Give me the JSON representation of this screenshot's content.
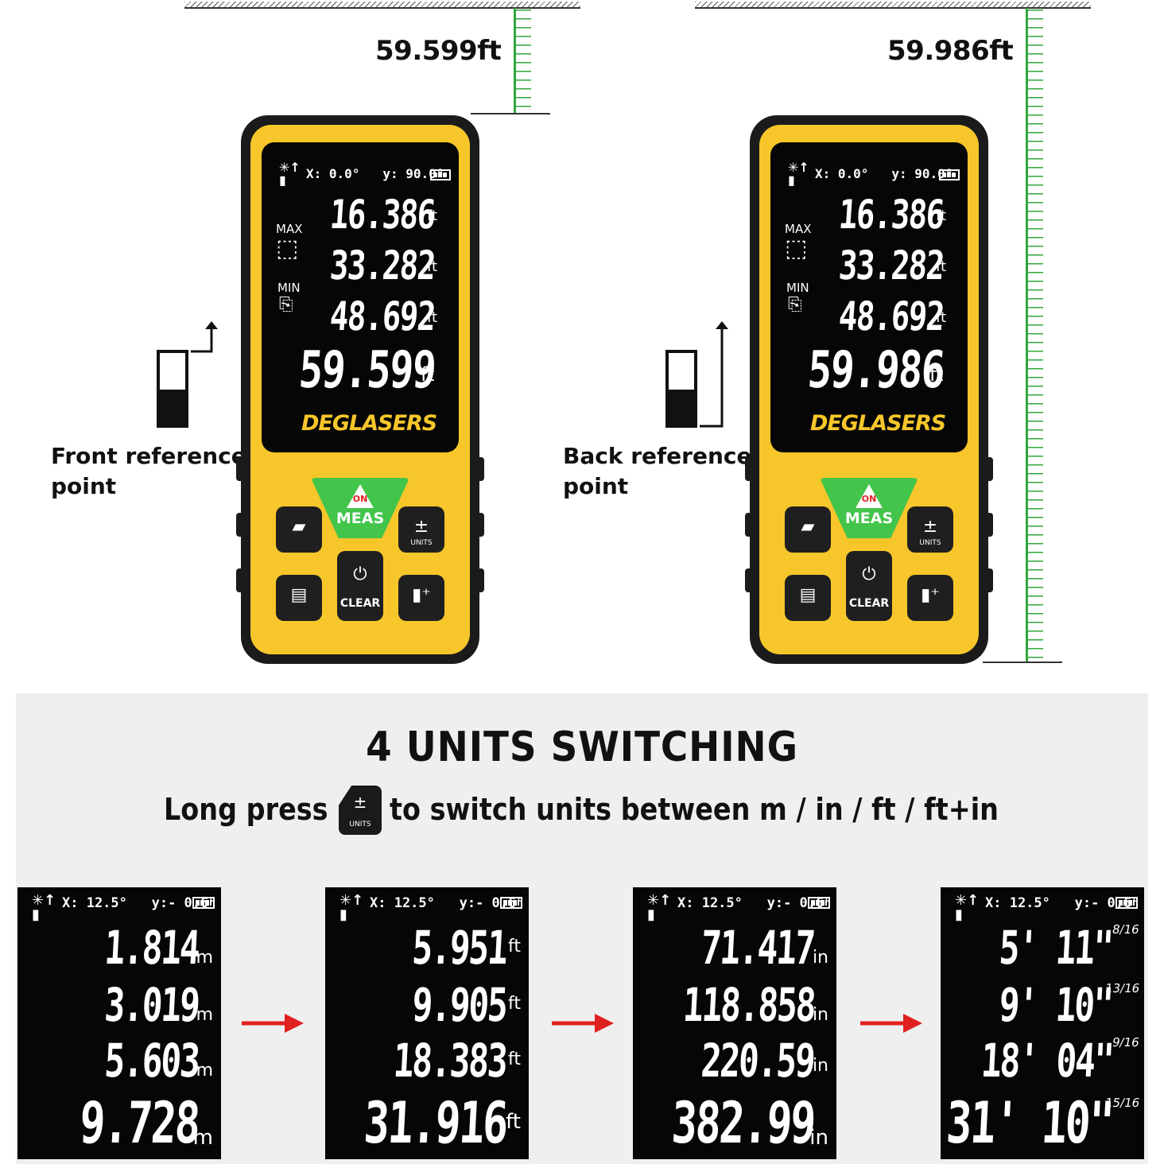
{
  "top": {
    "left_distance": "59.599ft",
    "right_distance": "59.986ft",
    "front_label_line1": "Front reference",
    "front_label_line2": "point",
    "back_label_line1": "Back reference",
    "back_label_line2": "point"
  },
  "device_left": {
    "angle_x": "X: 0.0°",
    "angle_y": "y: 90.0°",
    "readings": [
      "16.386",
      "33.282",
      "48.692",
      "59.599"
    ],
    "unit": "ft",
    "max_label": "MAX",
    "min_label": "MIN",
    "brand": "DEGLASERS",
    "meas_on": "ON",
    "meas_label": "MEAS",
    "units_label": "UNITS",
    "clear_label": "CLEAR"
  },
  "device_right": {
    "angle_x": "X: 0.0°",
    "angle_y": "y: 90.0°",
    "readings": [
      "16.386",
      "33.282",
      "48.692",
      "59.986"
    ],
    "unit": "ft",
    "max_label": "MAX",
    "min_label": "MIN",
    "brand": "DEGLASERS",
    "meas_on": "ON",
    "meas_label": "MEAS",
    "units_label": "UNITS",
    "clear_label": "CLEAR"
  },
  "units_section": {
    "title": "4 UNITS SWITCHING",
    "sub_before": "Long press",
    "sub_after": "to switch units between m / in / ft / ft+in",
    "key_caption": "UNITS",
    "screens": [
      {
        "angle_x": "X: 12.5°",
        "angle_y": "y:- 0.6°",
        "values": [
          "1.814",
          "3.019",
          "5.603",
          "9.728"
        ],
        "units": [
          "m",
          "m",
          "m",
          "m"
        ]
      },
      {
        "angle_x": "X: 12.5°",
        "angle_y": "y:- 0.6°",
        "values": [
          "5.951",
          "9.905",
          "18.383",
          "31.916"
        ],
        "units": [
          "ft",
          "ft",
          "ft",
          "ft"
        ]
      },
      {
        "angle_x": "X: 12.5°",
        "angle_y": "y:- 0.6°",
        "values": [
          "71.417",
          "118.858",
          "220.59",
          "382.99"
        ],
        "units": [
          "in",
          "in",
          "in",
          "in"
        ]
      },
      {
        "angle_x": "X: 12.5°",
        "angle_y": "y:- 0.6°",
        "values": [
          "5' 11\"",
          "9' 10\"",
          "18' 04\"",
          "31' 10\""
        ],
        "fractions": [
          "8/16",
          "13/16",
          "9/16",
          "15/16"
        ]
      }
    ]
  },
  "colors": {
    "device_yellow": "#f7c62a",
    "meas_green": "#43c44b",
    "laser_green": "#2fa83b",
    "arrow_red": "#e02020"
  }
}
